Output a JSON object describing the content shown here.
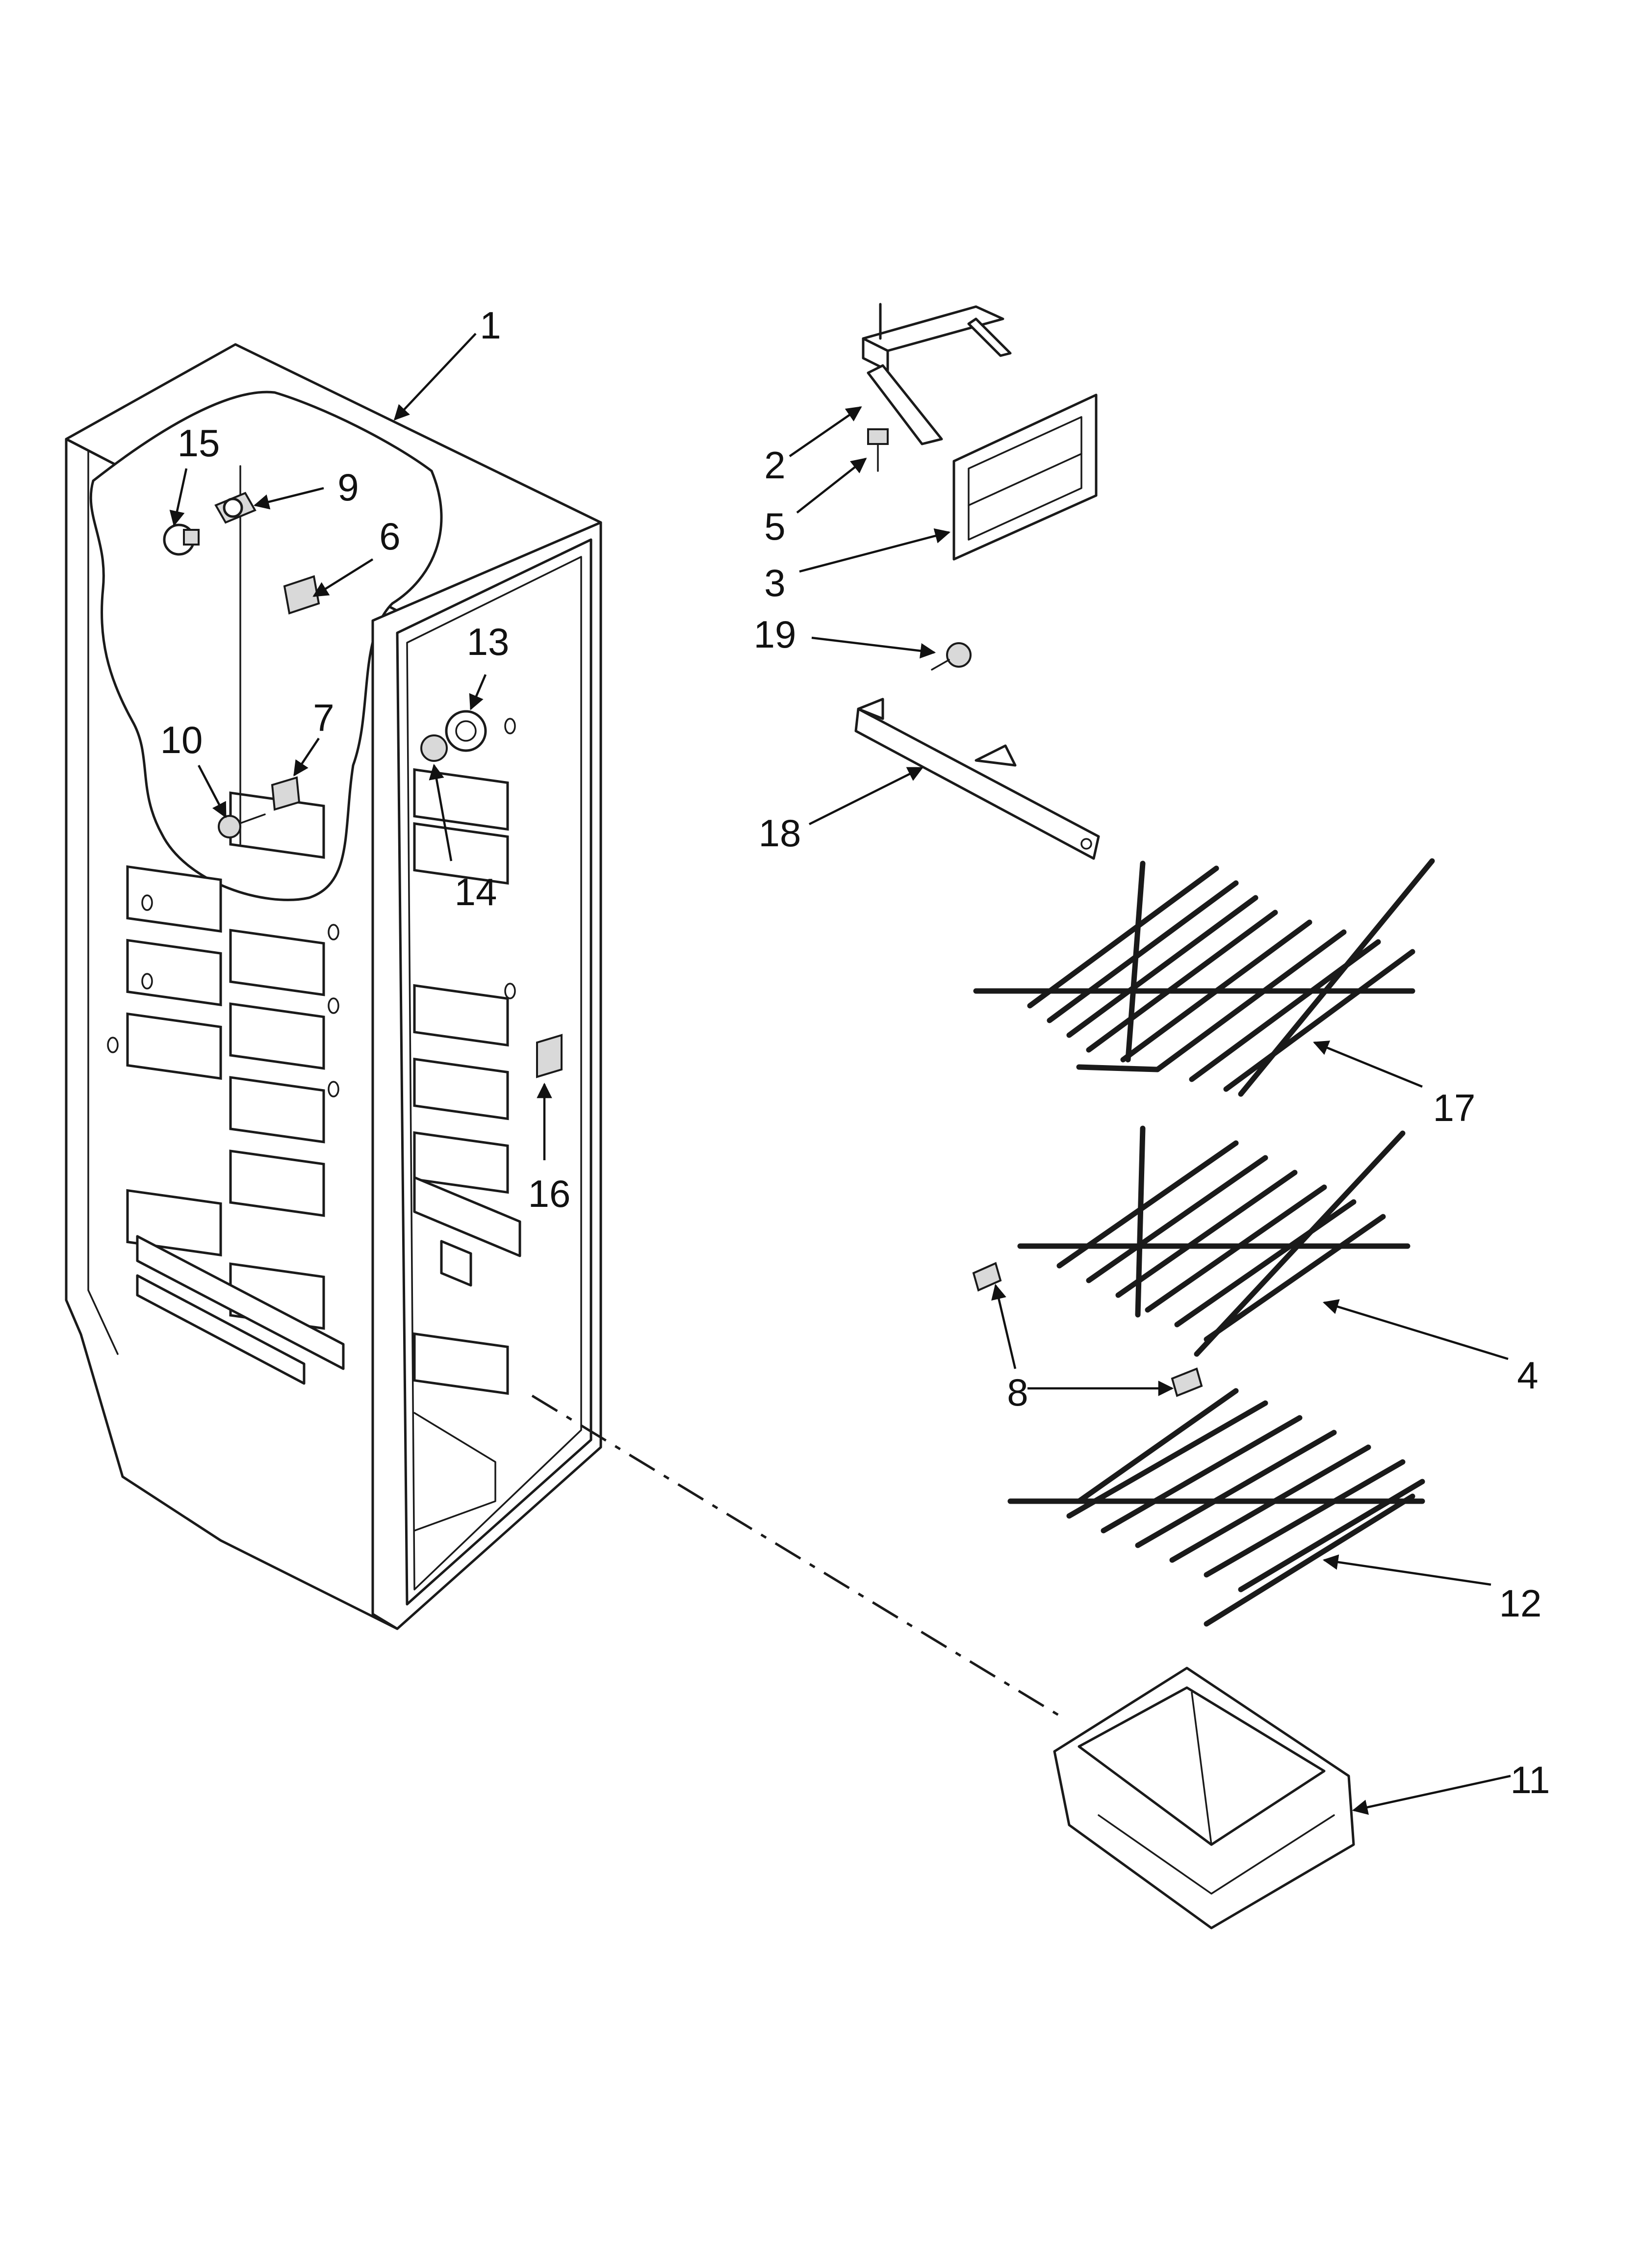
{
  "diagram": {
    "labels": {
      "p1": "1",
      "p2": "2",
      "p3": "3",
      "p4": "4",
      "p5": "5",
      "p6": "6",
      "p7": "7",
      "p8": "8",
      "p9": "9",
      "p10": "10",
      "p11": "11",
      "p12": "12",
      "p13": "13",
      "p14": "14",
      "p15": "15",
      "p16": "16",
      "p17": "17",
      "p18": "18",
      "p19": "19"
    },
    "colors": {
      "ink": "#1a1a1a",
      "shade": "#d9d9d9",
      "background": "#ffffff"
    }
  }
}
